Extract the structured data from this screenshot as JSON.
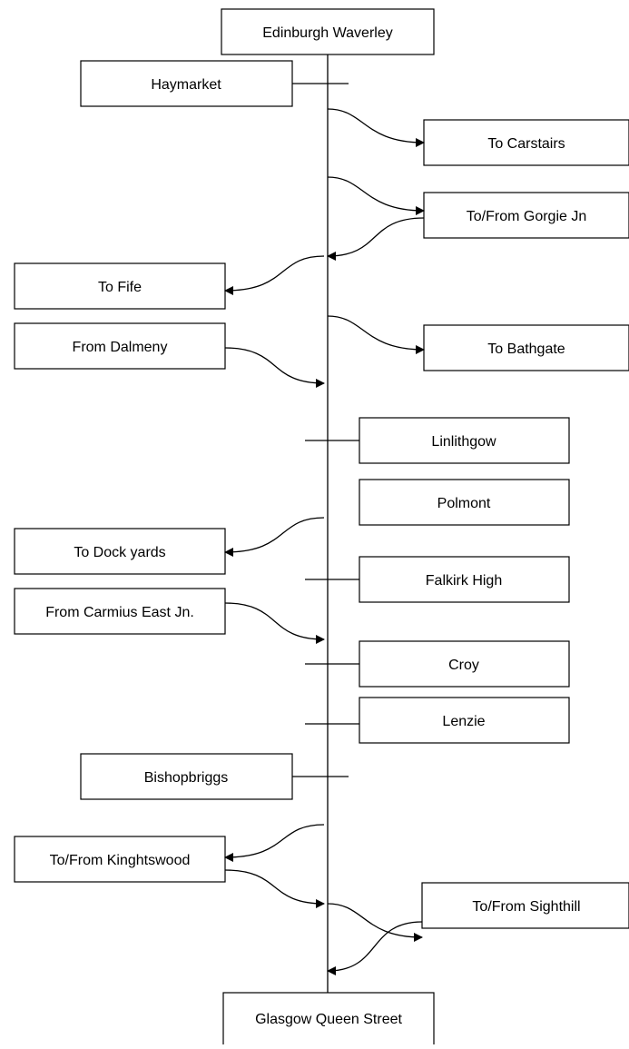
{
  "diagram": {
    "terminal_top": "Edinburgh Waverley",
    "terminal_bottom": "Glasgow Queen Street",
    "stations": {
      "haymarket": "Haymarket",
      "linlithgow": "Linlithgow",
      "polmont": "Polmont",
      "falkirk_high": "Falkirk High",
      "croy": "Croy",
      "lenzie": "Lenzie",
      "bishopbriggs": "Bishopbriggs"
    },
    "junctions": {
      "to_carstairs": "To Carstairs",
      "to_from_gorgie_jn": "To/From Gorgie Jn",
      "to_fife": "To Fife",
      "from_dalmeny": "From Dalmeny",
      "to_bathgate": "To Bathgate",
      "to_dock_yards": "To Dock yards",
      "from_carmius_east_jn": "From Carmius East Jn.",
      "to_from_kinghtswood": "To/From Kinghtswood",
      "to_from_sighthill": "To/From Sighthill"
    }
  }
}
